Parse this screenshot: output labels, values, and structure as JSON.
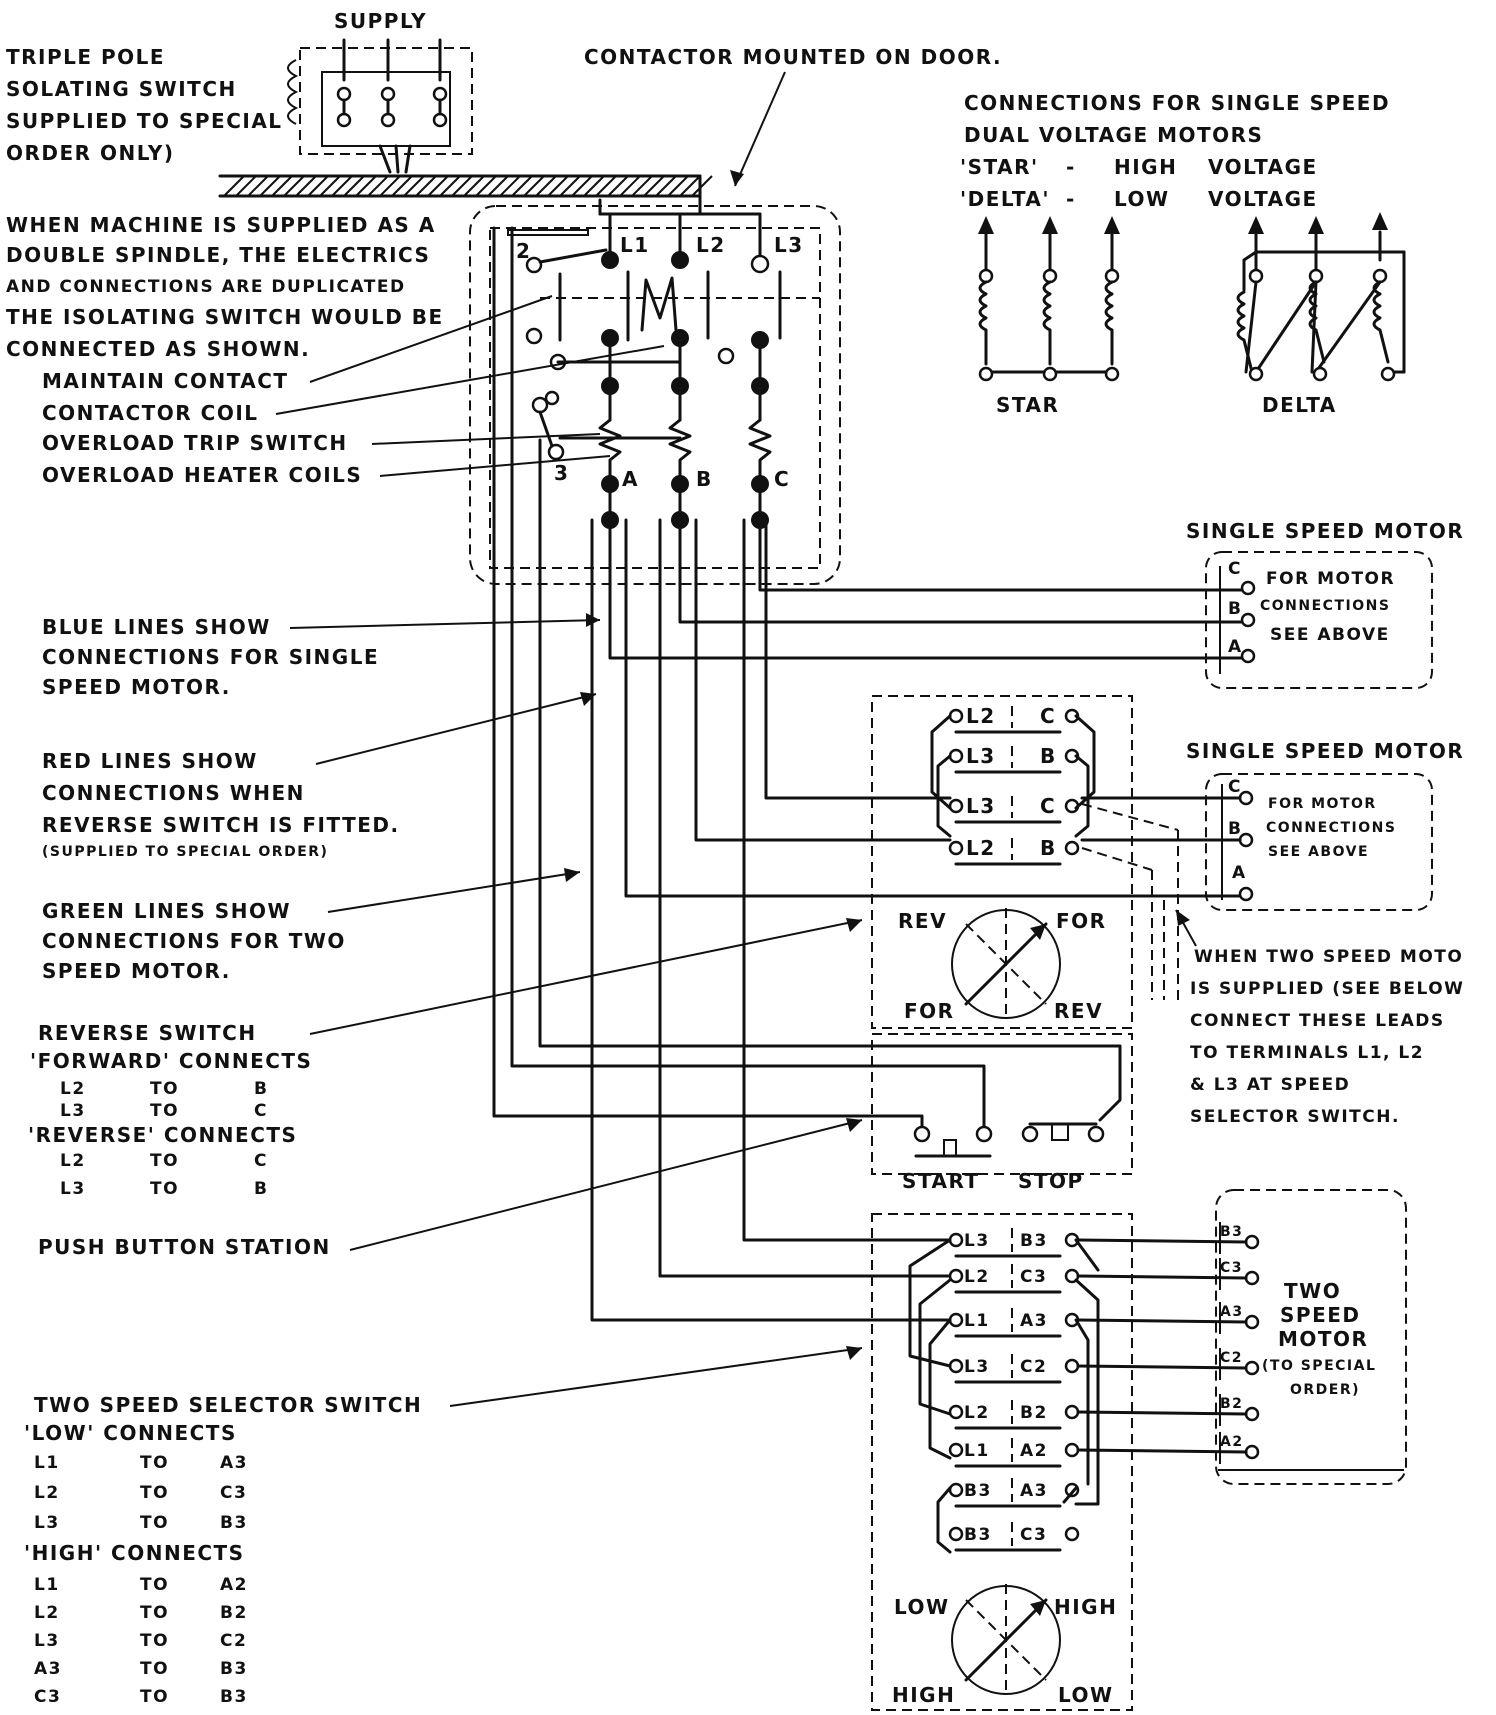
{
  "supply_label": "SUPPLY",
  "contactor_note": "CONTACTOR MOUNTED ON DOOR.",
  "isolating_note": [
    "TRIPLE POLE",
    "SOLATING SWITCH",
    "SUPPLIED TO SPECIAL",
    "ORDER ONLY)"
  ],
  "double_spindle_note": [
    "WHEN MACHINE IS SUPPLIED AS A",
    "DOUBLE SPINDLE, THE ELECTRICS",
    "AND CONNECTIONS ARE DUPLICATED",
    "THE ISOLATING SWITCH WOULD BE",
    "CONNECTED AS SHOWN."
  ],
  "callouts": {
    "maintain_contact": "MAINTAIN CONTACT",
    "contactor_coil": "CONTACTOR COIL",
    "overload_trip": "OVERLOAD TRIP SWITCH",
    "overload_heater": "OVERLOAD HEATER COILS"
  },
  "contactor_labels": {
    "t2": "2",
    "t3": "3",
    "l1": "L1",
    "l2": "L2",
    "l3": "L3",
    "a": "A",
    "b": "B",
    "c": "C"
  },
  "dual_voltage": {
    "title": [
      "CONNECTIONS FOR SINGLE SPEED",
      "DUAL VOLTAGE MOTORS"
    ],
    "star_line": [
      "'STAR'",
      "-",
      "HIGH",
      "VOLTAGE"
    ],
    "delta_line": [
      "'DELTA'",
      "-",
      "LOW",
      "VOLTAGE"
    ],
    "star_label": "STAR",
    "delta_label": "DELTA"
  },
  "single_speed_motor_1": {
    "title": "SINGLE SPEED MOTOR",
    "terminals": [
      "C",
      "B",
      "A"
    ],
    "note": [
      "FOR MOTOR",
      "CONNECTIONS",
      "SEE ABOVE"
    ]
  },
  "single_speed_motor_2": {
    "title": "SINGLE SPEED MOTOR",
    "terminals": [
      "C",
      "B",
      "A"
    ],
    "note": [
      "FOR MOTOR",
      "CONNECTIONS",
      "SEE ABOVE"
    ]
  },
  "legend_blue": [
    "BLUE LINES SHOW",
    "CONNECTIONS FOR SINGLE",
    "SPEED MOTOR."
  ],
  "legend_red": [
    "RED LINES SHOW",
    "CONNECTIONS WHEN",
    "REVERSE SWITCH IS FITTED.",
    "(SUPPLIED TO SPECIAL ORDER)"
  ],
  "legend_green": [
    "GREEN LINES SHOW",
    "CONNECTIONS FOR TWO",
    "SPEED MOTOR."
  ],
  "reverse_switch": {
    "title": "REVERSE SWITCH",
    "forward": "'FORWARD' CONNECTS",
    "forward_rows": [
      [
        "L2",
        "TO",
        "B"
      ],
      [
        "L3",
        "TO",
        "C"
      ]
    ],
    "reverse": "'REVERSE' CONNECTS",
    "reverse_rows": [
      [
        "L2",
        "TO",
        "C"
      ],
      [
        "L3",
        "TO",
        "B"
      ]
    ],
    "contacts": [
      [
        "L2",
        "C"
      ],
      [
        "L3",
        "B"
      ],
      [
        "L3",
        "C"
      ],
      [
        "L2",
        "B"
      ]
    ],
    "dial": {
      "top_left": "REV",
      "top_right": "FOR",
      "bottom_left": "FOR",
      "bottom_right": "REV"
    }
  },
  "push_button_station": {
    "title": "PUSH BUTTON STATION",
    "start": "START",
    "stop": "STOP"
  },
  "two_speed_note": [
    "WHEN TWO SPEED MOTO",
    "IS SUPPLIED (SEE BELOW",
    "CONNECT THESE LEADS",
    "TO TERMINALS L1, L2",
    "& L3 AT SPEED",
    "SELECTOR SWITCH."
  ],
  "two_speed_selector": {
    "title": "TWO SPEED SELECTOR SWITCH",
    "low": "'LOW' CONNECTS",
    "low_rows": [
      [
        "L1",
        "TO",
        "A3"
      ],
      [
        "L2",
        "TO",
        "C3"
      ],
      [
        "L3",
        "TO",
        "B3"
      ]
    ],
    "high": "'HIGH' CONNECTS",
    "high_rows": [
      [
        "L1",
        "TO",
        "A2"
      ],
      [
        "L2",
        "TO",
        "B2"
      ],
      [
        "L3",
        "TO",
        "C2"
      ],
      [
        "A3",
        "TO",
        "B3"
      ],
      [
        "C3",
        "TO",
        "B3"
      ]
    ],
    "contacts": [
      [
        "L3",
        "B3"
      ],
      [
        "L2",
        "C3"
      ],
      [
        "L1",
        "A3"
      ],
      [
        "L3",
        "C2"
      ],
      [
        "L2",
        "B2"
      ],
      [
        "L1",
        "A2"
      ],
      [
        "B3",
        "A3"
      ],
      [
        "B3",
        "C3"
      ]
    ],
    "dial": {
      "top_left": "LOW",
      "top_right": "HIGH",
      "bottom_left": "HIGH",
      "bottom_right": "LOW"
    }
  },
  "two_speed_motor": {
    "terminals": [
      "B3",
      "C3",
      "A3",
      "C2",
      "B2",
      "A2"
    ],
    "note": [
      "TWO",
      "SPEED",
      "MOTOR",
      "(TO SPECIAL",
      "ORDER)"
    ]
  }
}
